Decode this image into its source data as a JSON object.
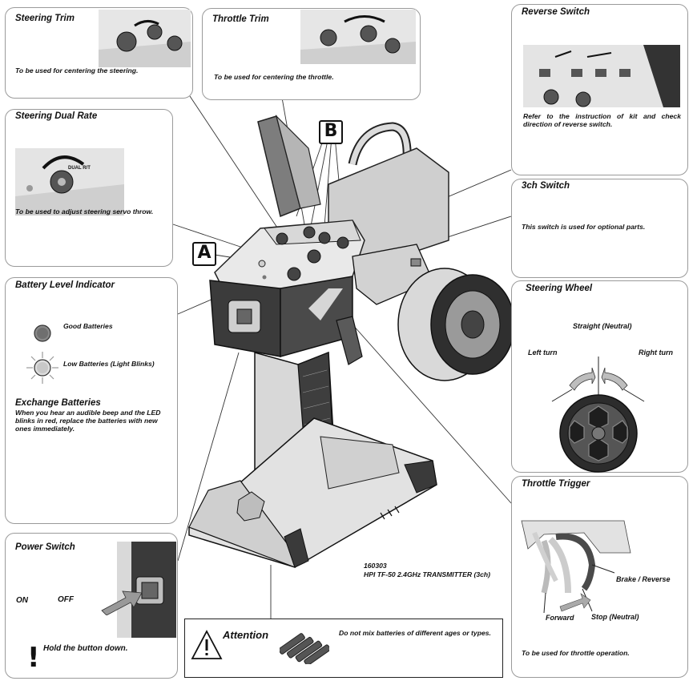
{
  "steering_trim": {
    "title": "Steering Trim",
    "desc": "To be used for centering the steering."
  },
  "throttle_trim": {
    "title": "Throttle Trim",
    "desc": "To be used for centering the throttle."
  },
  "reverse_switch": {
    "title": "Reverse Switch",
    "desc": "Refer to the instruction of kit and check direction of reverse switch."
  },
  "steering_dual_rate": {
    "title": "Steering Dual Rate",
    "desc": "To be used to adjust steering servo throw."
  },
  "ch3_switch": {
    "title": "3ch Switch",
    "desc": "This switch is used for optional parts."
  },
  "battery": {
    "title": "Battery Level Indicator",
    "good": "Good Batteries",
    "low": "Low Batteries (Light Blinks)",
    "exchange_title": "Exchange Batteries",
    "exchange_desc": "When you hear an audible beep and the LED blinks in red, replace the batteries with new ones immediately."
  },
  "steering_wheel": {
    "title": "Steering Wheel",
    "straight": "Straight (Neutral)",
    "left": "Left turn",
    "right": "Right turn"
  },
  "power_switch": {
    "title": "Power Switch",
    "on": "ON",
    "off": "OFF",
    "hold": "Hold the button down."
  },
  "throttle_trigger": {
    "title": "Throttle Trigger",
    "brake": "Brake / Reverse",
    "stop": "Stop (Neutral)",
    "forward": "Forward",
    "desc": "To be used for throttle operation."
  },
  "callouts": {
    "a": "A",
    "b": "B"
  },
  "caption": {
    "code": "160303",
    "model": "HPI TF-50 2.4GHz TRANSMITTER (3ch)"
  },
  "attention": {
    "title": "Attention",
    "text": "Do not mix batteries of different ages or types."
  },
  "thumb_text": {
    "dual_rate": "DUAL R/T"
  }
}
